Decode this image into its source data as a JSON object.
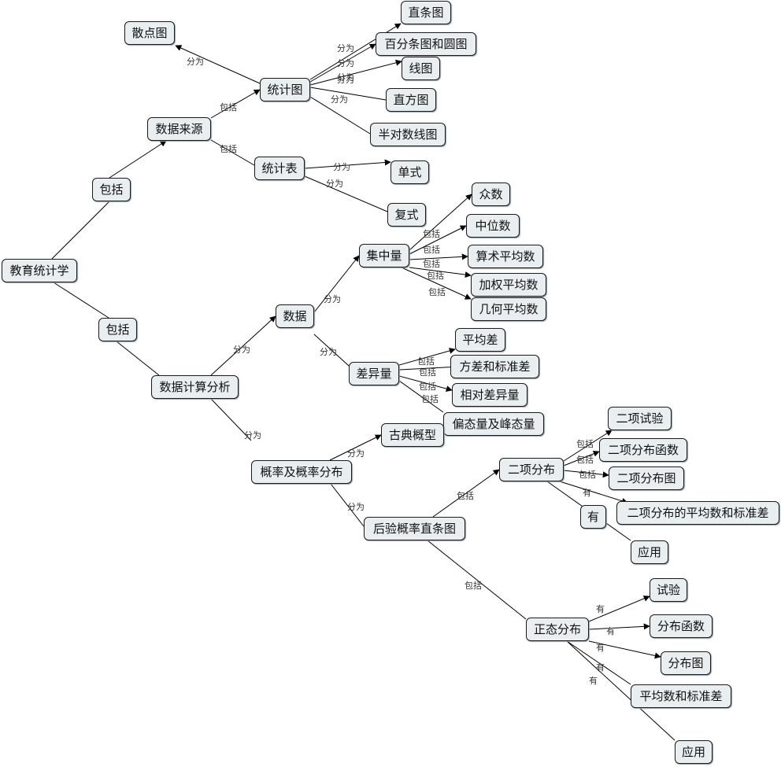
{
  "nodes": {
    "root": "教育统计学",
    "baokuo_a": "包括",
    "baokuo_b": "包括",
    "shujulaiyuan": "数据来源",
    "tongjitu": "统计图",
    "sandiantu": "散点图",
    "zhitiaotu": "直条图",
    "baifen": "百分条图和圆图",
    "xiantu": "线图",
    "zhifangtu": "直方图",
    "banduishu": "半对数线图",
    "tongjibiao": "统计表",
    "danshi": "单式",
    "fushi": "复式",
    "jisuan": "数据计算分析",
    "shuju": "数据",
    "jizhong": "集中量",
    "zhongshu": "众数",
    "zhongweishu": "中位数",
    "suanshu": "算术平均数",
    "jiaquan": "加权平均数",
    "jihe": "几何平均数",
    "chayi": "差异量",
    "pingjuncha": "平均差",
    "fangcha": "方差和标准差",
    "xiangdui": "相对差异量",
    "piantai": "偏态量及峰态量",
    "gailv": "概率及概率分布",
    "gudian": "古典概型",
    "houyan": "后验概率直条图",
    "erxiang": "二项分布",
    "ex_shiyan": "二项试验",
    "ex_hanshu": "二项分布函数",
    "ex_tu": "二项分布图",
    "ex_pingjun": "二项分布的平均数和标准差",
    "you": "有",
    "ex_yingyong": "应用",
    "zhengtai": "正态分布",
    "zt_shiyan": "试验",
    "zt_hanshu": "分布函数",
    "zt_tu": "分布图",
    "zt_pingjun": "平均数和标准差",
    "zt_yingyong": "应用"
  },
  "link_labels": {
    "fenwei": "分为",
    "baokuo": "包括",
    "you": "有"
  }
}
